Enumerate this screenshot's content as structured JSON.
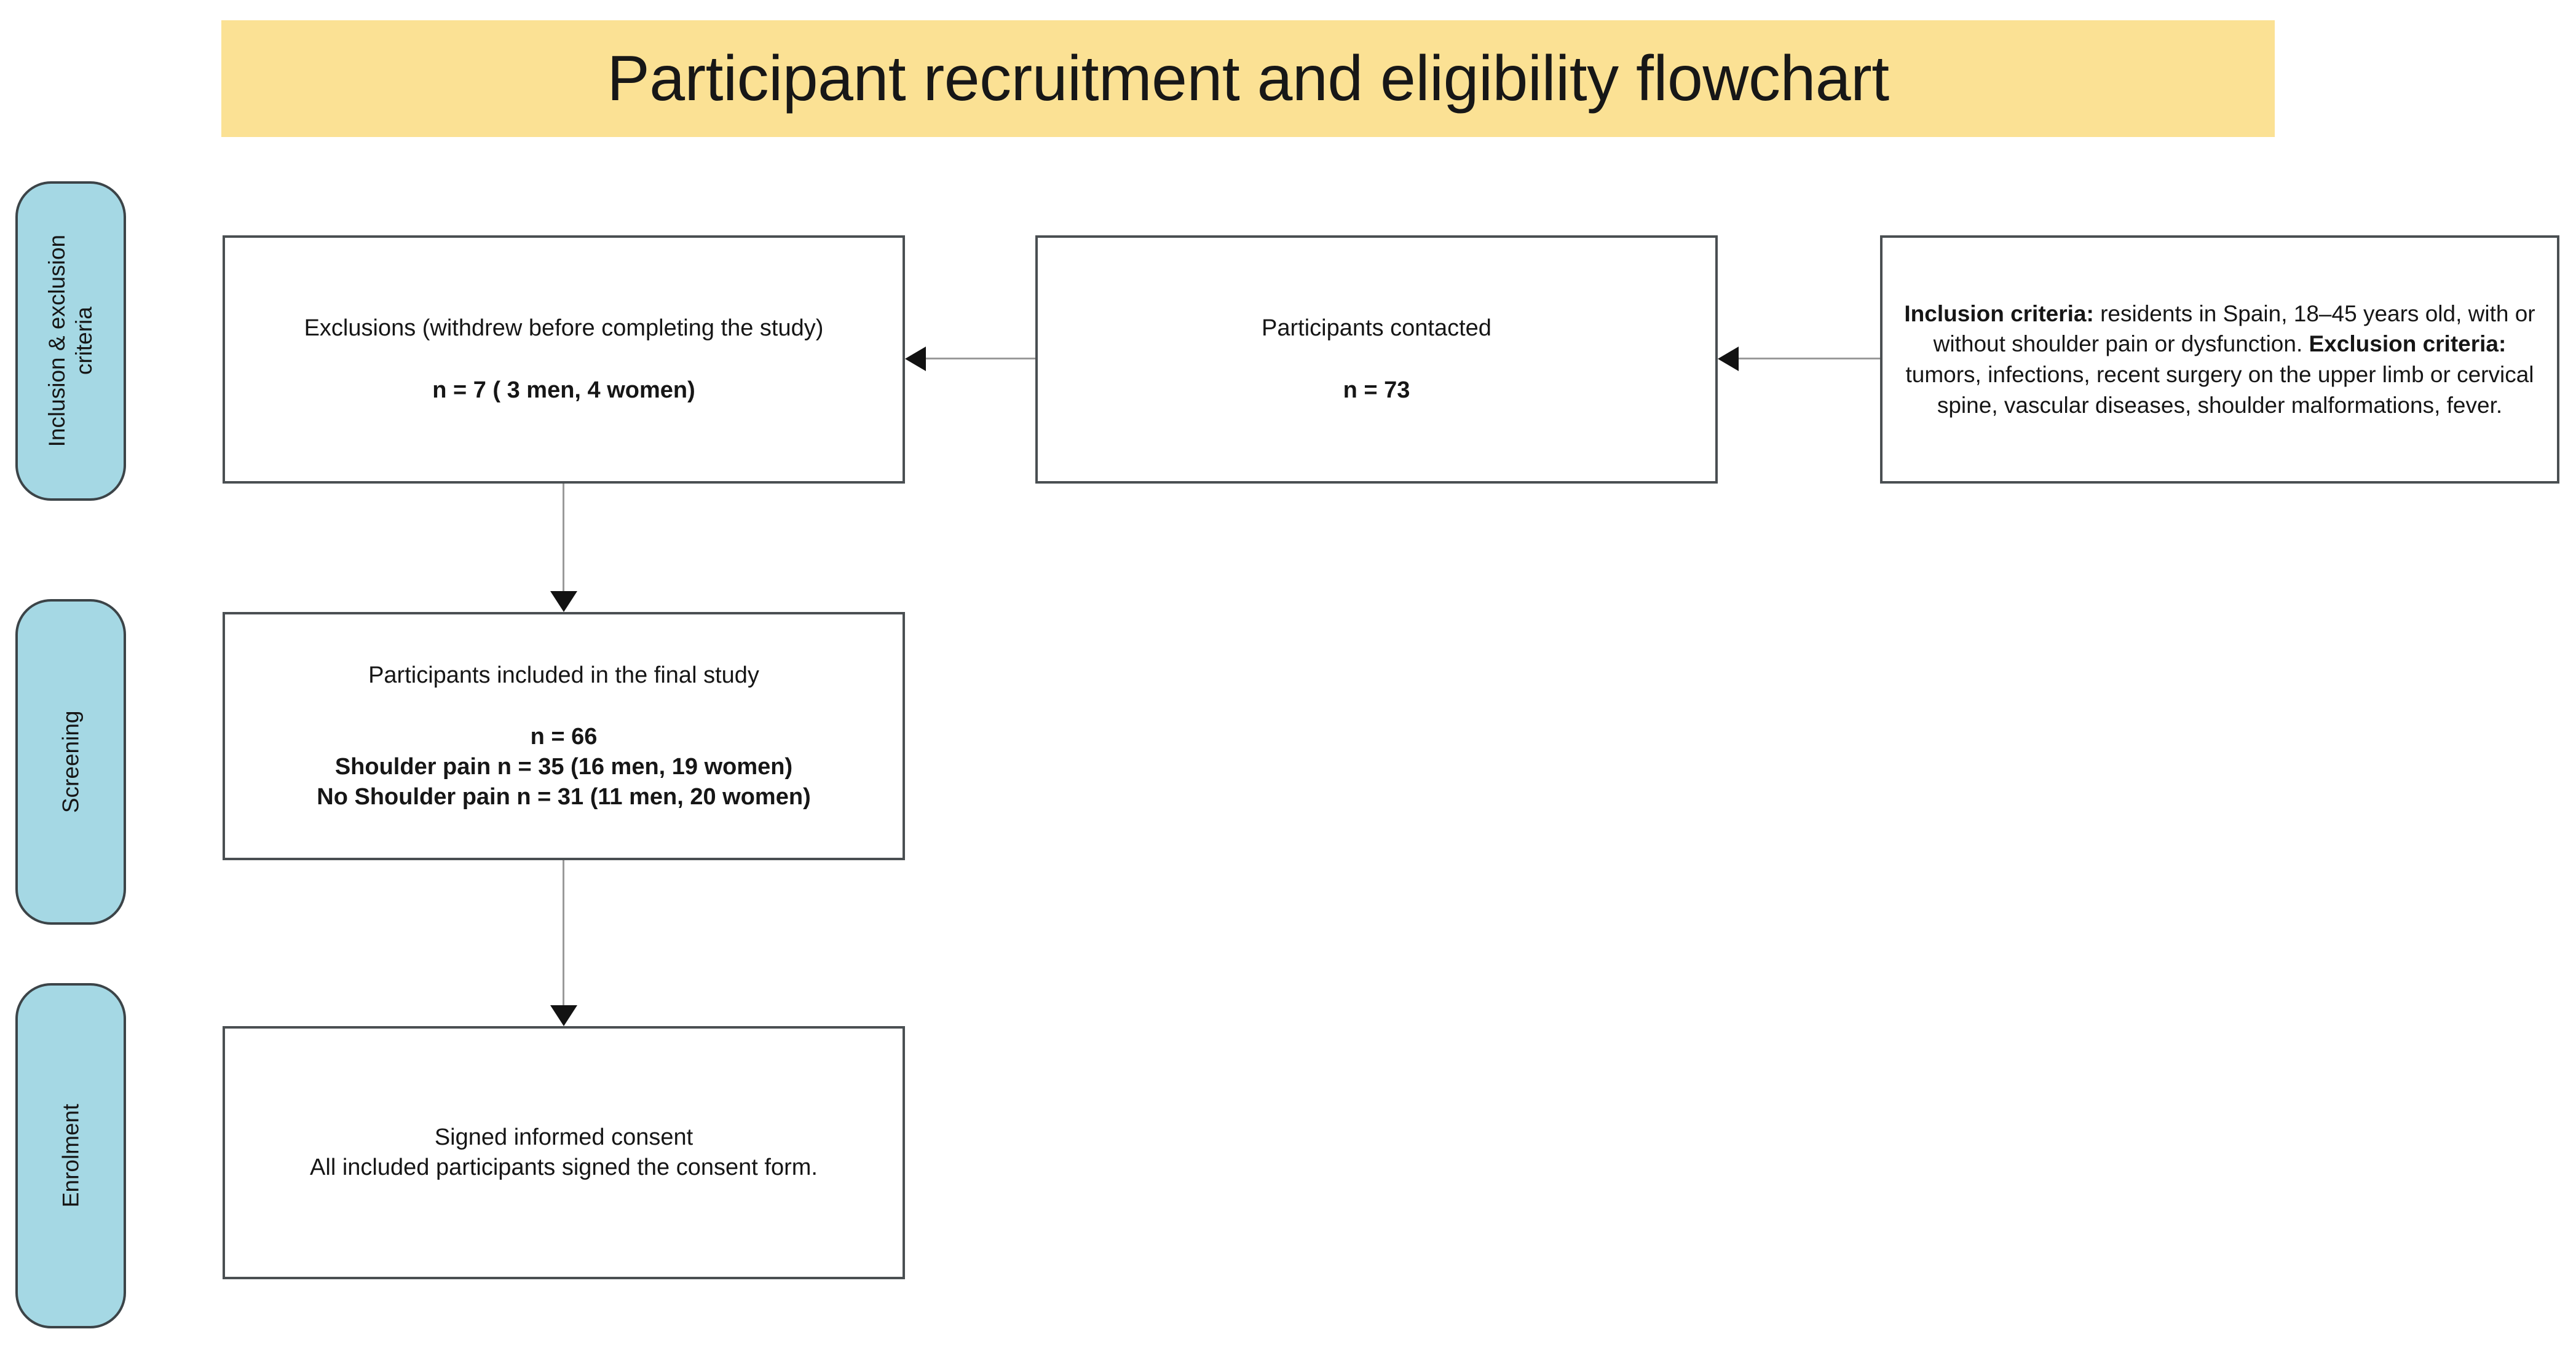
{
  "title": {
    "text": "Participant recruitment and eligibility flowchart",
    "banner_color": "#FBE194"
  },
  "stages": [
    {
      "id": "inclusion",
      "label": "Inclusion & exclusion\ncriteria",
      "color": "#A5D8E4"
    },
    {
      "id": "screening",
      "label": "Screening",
      "color": "#A5D8E4"
    },
    {
      "id": "enrolment",
      "label": "Enrolment",
      "color": "#A5D8E4"
    }
  ],
  "boxes": {
    "exclusions": {
      "line1": "Exclusions (withdrew before completing the study)",
      "line2": "n = 7 ( 3 men, 4 women)"
    },
    "contacted": {
      "line1": "Participants contacted",
      "line2": "n = 73"
    },
    "criteria": {
      "inclusion_label": "Inclusion criteria:",
      "inclusion_text": " residents in Spain, 18–45 years old, with or without shoulder pain or dysfunction.",
      "exclusion_label": "Exclusion criteria:",
      "exclusion_text": " tumors, infections, recent surgery on the upper limb or cervical spine, vascular diseases, shoulder malformations, fever."
    },
    "final": {
      "line1": "Participants included in the final study",
      "line2": "n = 66",
      "line3": "Shoulder pain n = 35 (16 men, 19 women)",
      "line4": "No Shoulder pain n = 31 (11 men, 20 women)"
    },
    "consent": {
      "line1": "Signed informed consent",
      "line2": "All included participants signed the consent form."
    }
  },
  "flow_data": {
    "type": "flowchart",
    "nodes": [
      {
        "id": "criteria",
        "stage": "Inclusion & exclusion criteria",
        "label": "Inclusion / Exclusion criteria"
      },
      {
        "id": "contacted",
        "stage": "Inclusion & exclusion criteria",
        "label": "Participants contacted",
        "n": 73
      },
      {
        "id": "exclusions",
        "stage": "Inclusion & exclusion criteria",
        "label": "Exclusions (withdrew before completing the study)",
        "n": 7,
        "men": 3,
        "women": 4
      },
      {
        "id": "final",
        "stage": "Screening",
        "label": "Participants included in the final study",
        "n": 66,
        "subgroups": [
          {
            "label": "Shoulder pain",
            "n": 35,
            "men": 16,
            "women": 19
          },
          {
            "label": "No Shoulder pain",
            "n": 31,
            "men": 11,
            "women": 20
          }
        ]
      },
      {
        "id": "consent",
        "stage": "Enrolment",
        "label": "Signed informed consent"
      }
    ],
    "edges": [
      {
        "from": "criteria",
        "to": "contacted",
        "direction": "left"
      },
      {
        "from": "contacted",
        "to": "exclusions",
        "direction": "left"
      },
      {
        "from": "exclusions",
        "to": "final",
        "direction": "down"
      },
      {
        "from": "final",
        "to": "consent",
        "direction": "down"
      }
    ]
  }
}
